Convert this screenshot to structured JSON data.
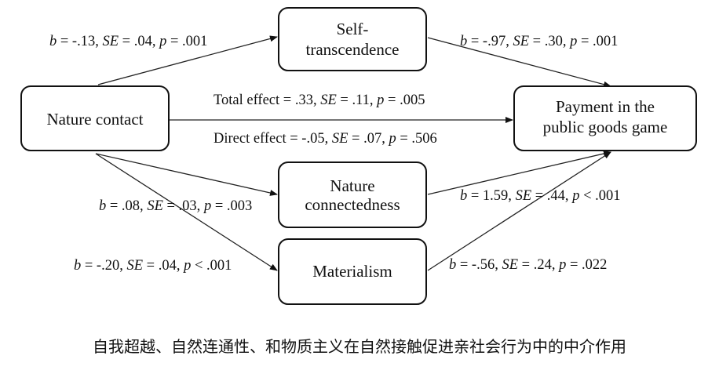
{
  "nodes": {
    "nature_contact": [
      "Nature contact"
    ],
    "self_transcendence": [
      "Self-",
      "transcendence"
    ],
    "payment": [
      "Payment in the",
      "public goods game"
    ],
    "nature_connectedness": [
      "Nature",
      "connectedness"
    ],
    "materialism": [
      "Materialism"
    ]
  },
  "paths": [
    {
      "id": "nc-st",
      "label": [
        "b",
        " = -.13, ",
        "SE",
        " = .04, ",
        "p",
        " = .001"
      ]
    },
    {
      "id": "st-pay",
      "label": [
        "b",
        " = -.97, ",
        "SE",
        " = .30, ",
        "p",
        " = .001"
      ]
    },
    {
      "id": "total",
      "label": [
        "Total effect = .33, ",
        "SE",
        " = .11, ",
        "p",
        " = .005"
      ]
    },
    {
      "id": "direct",
      "label": [
        "Direct effect = -.05, ",
        "SE",
        " = .07, ",
        "p",
        " = .506"
      ]
    },
    {
      "id": "nc-ncon",
      "label": [
        "b",
        " = .08, ",
        "SE",
        " = .03, ",
        "p",
        " = .003"
      ]
    },
    {
      "id": "ncon-pay",
      "label": [
        "b",
        " = 1.59, ",
        "SE",
        " = .44, ",
        "p",
        " < .001"
      ]
    },
    {
      "id": "nc-mat",
      "label": [
        "b",
        " = -.20, ",
        "SE",
        " = .04, ",
        "p",
        " < .001"
      ]
    },
    {
      "id": "mat-pay",
      "label": [
        "b",
        " = -.56, ",
        "SE",
        " = .24, ",
        "p",
        " = .022"
      ]
    }
  ],
  "caption": "自我超越、自然连通性、和物质主义在自然接触促进亲社会行为中的中介作用"
}
